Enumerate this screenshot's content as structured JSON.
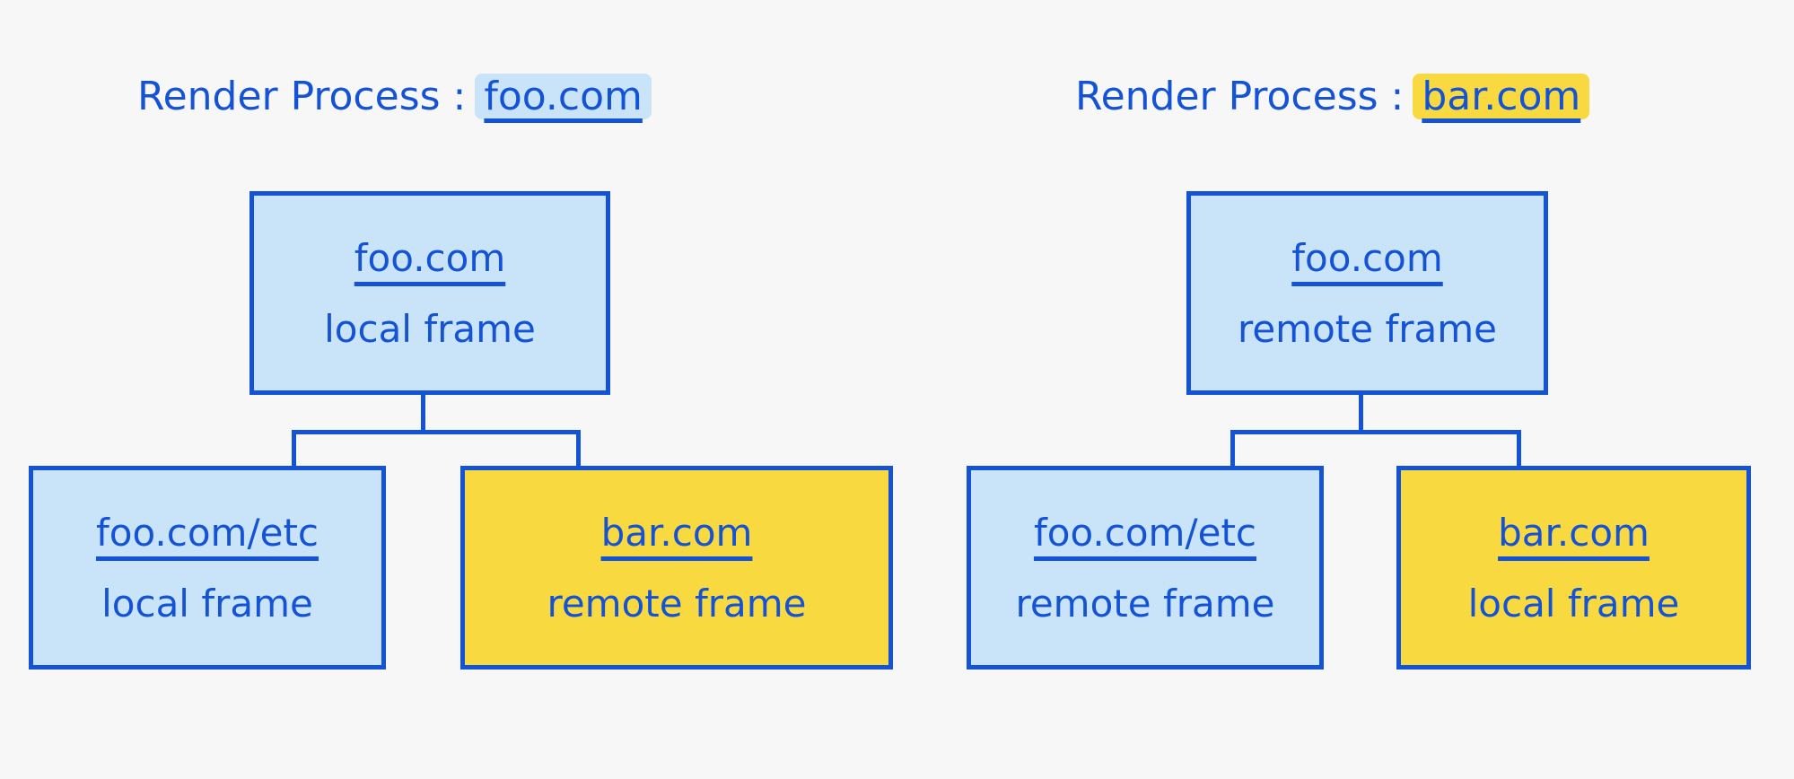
{
  "colors": {
    "stroke": "#1553d6",
    "same_site_fill": "#c9e4f8",
    "cross_site_fill": "#f8d940",
    "background": "#f7f7f7"
  },
  "left": {
    "title_prefix": "Render Process :",
    "title_site": "foo.com",
    "root": {
      "site": "foo.com",
      "kind": "local frame"
    },
    "children": [
      {
        "site": "foo.com/etc",
        "kind": "local frame"
      },
      {
        "site": "bar.com",
        "kind": "remote frame"
      }
    ]
  },
  "right": {
    "title_prefix": "Render Process :",
    "title_site": "bar.com",
    "root": {
      "site": "foo.com",
      "kind": "remote frame"
    },
    "children": [
      {
        "site": "foo.com/etc",
        "kind": "remote frame"
      },
      {
        "site": "bar.com",
        "kind": "local frame"
      }
    ]
  }
}
